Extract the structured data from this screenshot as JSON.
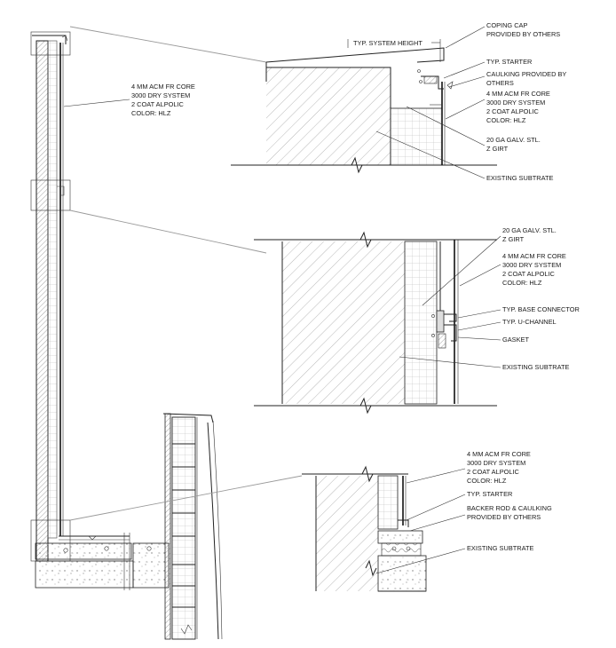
{
  "drawing": {
    "labels": {
      "main_panel": [
        "4 MM ACM FR CORE",
        "3000 DRY SYSTEM",
        "2 COAT ALPOLIC",
        "COLOR: HLZ"
      ],
      "coping_cap": [
        "COPING CAP",
        "PROVIDED BY OTHERS"
      ],
      "system_height": "TYP. SYSTEM HEIGHT",
      "typ_starter_1": "TYP. STARTER",
      "caulking": [
        "CAULKING PROVIDED BY",
        "OTHERS"
      ],
      "detail1_panel": [
        "4 MM ACM FR CORE",
        "3000 DRY SYSTEM",
        "2 COAT ALPOLIC",
        "COLOR: HLZ"
      ],
      "detail1_zgirt": [
        "20 GA GALV. STL.",
        "Z GIRT"
      ],
      "existing_subtrate_1": "EXISTING SUBTRATE",
      "detail2_zgirt": [
        "20 GA GALV. STL.",
        "Z GIRT"
      ],
      "detail2_panel": [
        "4 MM ACM FR CORE",
        "3000 DRY SYSTEM",
        "2 COAT ALPOLIC",
        "COLOR: HLZ"
      ],
      "base_connector": "TYP. BASE CONNECTOR",
      "u_channel": "TYP. U-CHANNEL",
      "gasket": "GASKET",
      "existing_subtrate_2": "EXISTING SUBTRATE",
      "detail3_panel": [
        "4 MM ACM FR CORE",
        "3000 DRY SYSTEM",
        "2 COAT ALPOLIC",
        "COLOR: HLZ"
      ],
      "typ_starter_2": "TYP. STARTER",
      "backer_rod": [
        "BACKER ROD & CAULKING",
        "PROVIDED BY OTHERS"
      ],
      "existing_subtrate_3": "EXISTING SUBTRATE"
    },
    "colors": {
      "line": "#222222",
      "leader": "#9a9a9a",
      "background": "#ffffff"
    }
  }
}
